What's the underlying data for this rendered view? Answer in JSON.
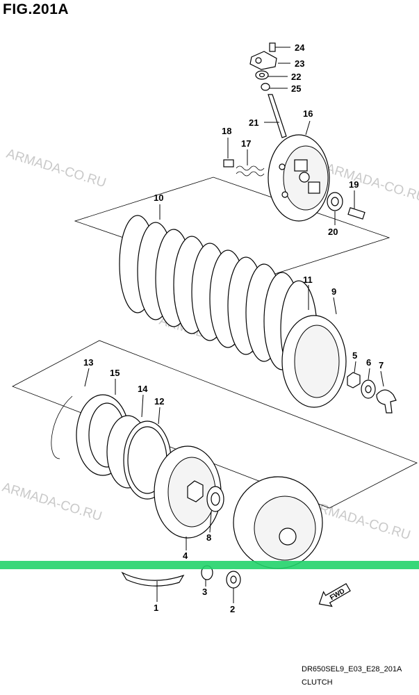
{
  "figure": {
    "title": "FIG.201A",
    "code": "DR650SEL9_E03_E28_201A",
    "caption": "CLUTCH",
    "fwd_label": "FWD"
  },
  "watermark": {
    "text": "ARMADA-CO.RU"
  },
  "callouts": [
    "24",
    "23",
    "22",
    "25",
    "16",
    "21",
    "18",
    "17",
    "19",
    "20",
    "10",
    "11",
    "9",
    "5",
    "6",
    "7",
    "13",
    "15",
    "14",
    "12",
    "8",
    "4",
    "3",
    "2",
    "1"
  ],
  "colors": {
    "highlight_band": "#22d36a",
    "watermark": "#c9c9c9"
  }
}
